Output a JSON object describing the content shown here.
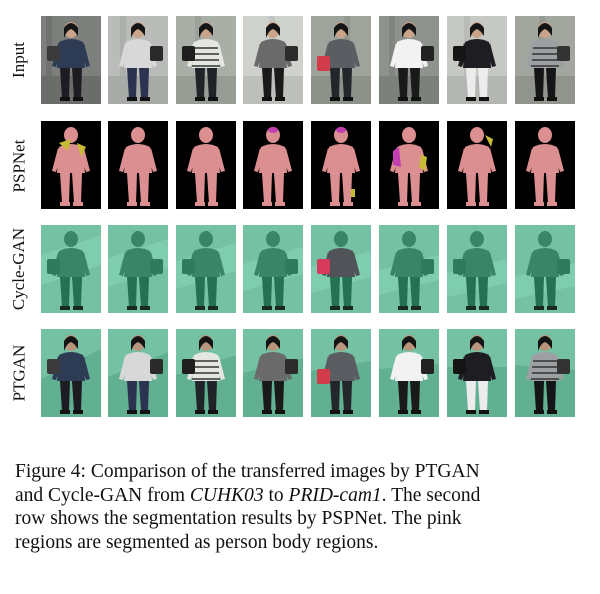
{
  "figure": {
    "rows": [
      {
        "label": "Input",
        "kind": "input"
      },
      {
        "label": "PSPNet",
        "kind": "seg"
      },
      {
        "label": "Cycle-GAN",
        "kind": "cycle"
      },
      {
        "label": "PTGAN",
        "kind": "ptgan"
      }
    ],
    "columns": [
      {
        "shirt": "#2e3b54",
        "pants": "#1c1c22",
        "bag": "#3a3a3a",
        "bg": "#7d7f7c",
        "extra": "none"
      },
      {
        "shirt": "#d8d8d8",
        "pants": "#2b3350",
        "bag": "#2a2a2a",
        "bg": "#b9bcb8",
        "extra": "none"
      },
      {
        "shirt": "#e4e6e0",
        "pants": "#202428",
        "bag": "#1e1e1e",
        "bg": "#a9aea7",
        "extra": "stripes"
      },
      {
        "shirt": "#6a6a6a",
        "pants": "#1a1a1a",
        "bag": "#2c2c2c",
        "bg": "#cfd2cc",
        "extra": "none"
      },
      {
        "shirt": "#5a5d61",
        "pants": "#23262b",
        "bag": "#d23b4a",
        "bg": "#9ea39b",
        "extra": "redbag"
      },
      {
        "shirt": "#f2f2f2",
        "pants": "#1a1a1a",
        "bag": "#222222",
        "bg": "#8f938d",
        "extra": "none"
      },
      {
        "shirt": "#1d1d22",
        "pants": "#ececec",
        "bag": "#151515",
        "bg": "#c6c9c3",
        "extra": "none"
      },
      {
        "shirt": "#9da0a3",
        "pants": "#151518",
        "bag": "#333333",
        "bg": "#a2a69f",
        "extra": "stripes"
      }
    ],
    "colors": {
      "person_region": "#dc8f90",
      "segmentation_background": "#000000",
      "segmentation_extra_yellow": "#c7bb35",
      "segmentation_extra_magenta": "#c23fb1",
      "target_tint": "#74c2a3",
      "target_tint_dark": "#5aa88a"
    }
  },
  "caption": {
    "l1_a": "Figure 4: Comparison of the transferred images by PTGAN",
    "l2_a": "and Cycle-GAN from ",
    "l2_b": "CUHK03",
    "l2_c": " to ",
    "l2_d": "PRID-cam1",
    "l2_e": ". The second",
    "l3": "row shows the segmentation results by PSPNet. The pink",
    "l4": "regions are segmented as person body regions."
  }
}
